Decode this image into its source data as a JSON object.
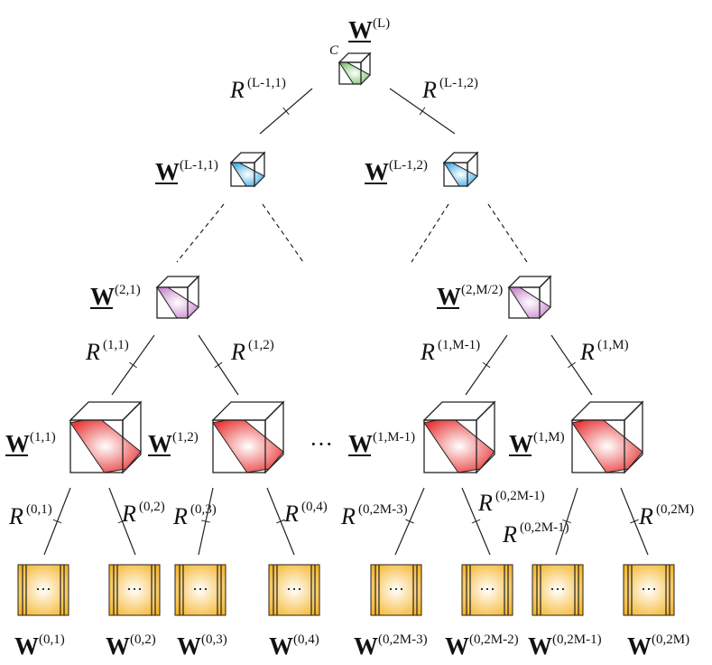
{
  "root": {
    "symbol": "W",
    "sup": "(L)",
    "core_label": "C",
    "color": "#7cc26a"
  },
  "level1": [
    {
      "symbol": "W",
      "sup": "(L-1,1)",
      "color": "#3fa9e0"
    },
    {
      "symbol": "W",
      "sup": "(L-1,2)",
      "color": "#3fa9e0"
    }
  ],
  "level2": [
    {
      "symbol": "W",
      "sup": "(2,1)",
      "color": "#c98ad0"
    },
    {
      "symbol": "W",
      "sup": "(2,M/2)",
      "color": "#c98ad0"
    }
  ],
  "level3": [
    {
      "symbol": "W",
      "sup": "(1,1)",
      "color": "#e83a3a"
    },
    {
      "symbol": "W",
      "sup": "(1,2)",
      "color": "#e83a3a"
    },
    {
      "symbol": "W",
      "sup": "(1,M-1)",
      "color": "#e83a3a"
    },
    {
      "symbol": "W",
      "sup": "(1,M)",
      "color": "#e83a3a"
    }
  ],
  "ellipsis": "···",
  "leaves": [
    {
      "symbol": "W",
      "sup": "(0,1)"
    },
    {
      "symbol": "W",
      "sup": "(0,2)"
    },
    {
      "symbol": "W",
      "sup": "(0,3)"
    },
    {
      "symbol": "W",
      "sup": "(0,4)"
    },
    {
      "symbol": "W",
      "sup": "(0,2M-3)"
    },
    {
      "symbol": "W",
      "sup": "(0,2M-2)"
    },
    {
      "symbol": "W",
      "sup": "(0,2M-1)"
    },
    {
      "symbol": "W",
      "sup": "(0,2M)"
    }
  ],
  "leaf_color": "#f5b324",
  "leaf_dots": "···",
  "ranks": {
    "top": [
      {
        "symbol": "R",
        "sup": "(L-1,1)"
      },
      {
        "symbol": "R",
        "sup": "(L-1,2)"
      }
    ],
    "mid": [
      {
        "symbol": "R",
        "sup": "(1,1)"
      },
      {
        "symbol": "R",
        "sup": "(1,2)"
      },
      {
        "symbol": "R",
        "sup": "(1,M-1)"
      },
      {
        "symbol": "R",
        "sup": "(1,M)"
      }
    ],
    "bottom": [
      {
        "symbol": "R",
        "sup": "(0,1)"
      },
      {
        "symbol": "R",
        "sup": "(0,2)"
      },
      {
        "symbol": "R",
        "sup": "(0,3)"
      },
      {
        "symbol": "R",
        "sup": "(0,4)"
      },
      {
        "symbol": "R",
        "sup": "(0,2M-3)"
      },
      {
        "symbol": "R",
        "sup": "(0,2M-1)"
      },
      {
        "symbol": "R",
        "sup": "(0,2M-1)"
      },
      {
        "symbol": "R",
        "sup": "(0,2M)"
      }
    ]
  }
}
